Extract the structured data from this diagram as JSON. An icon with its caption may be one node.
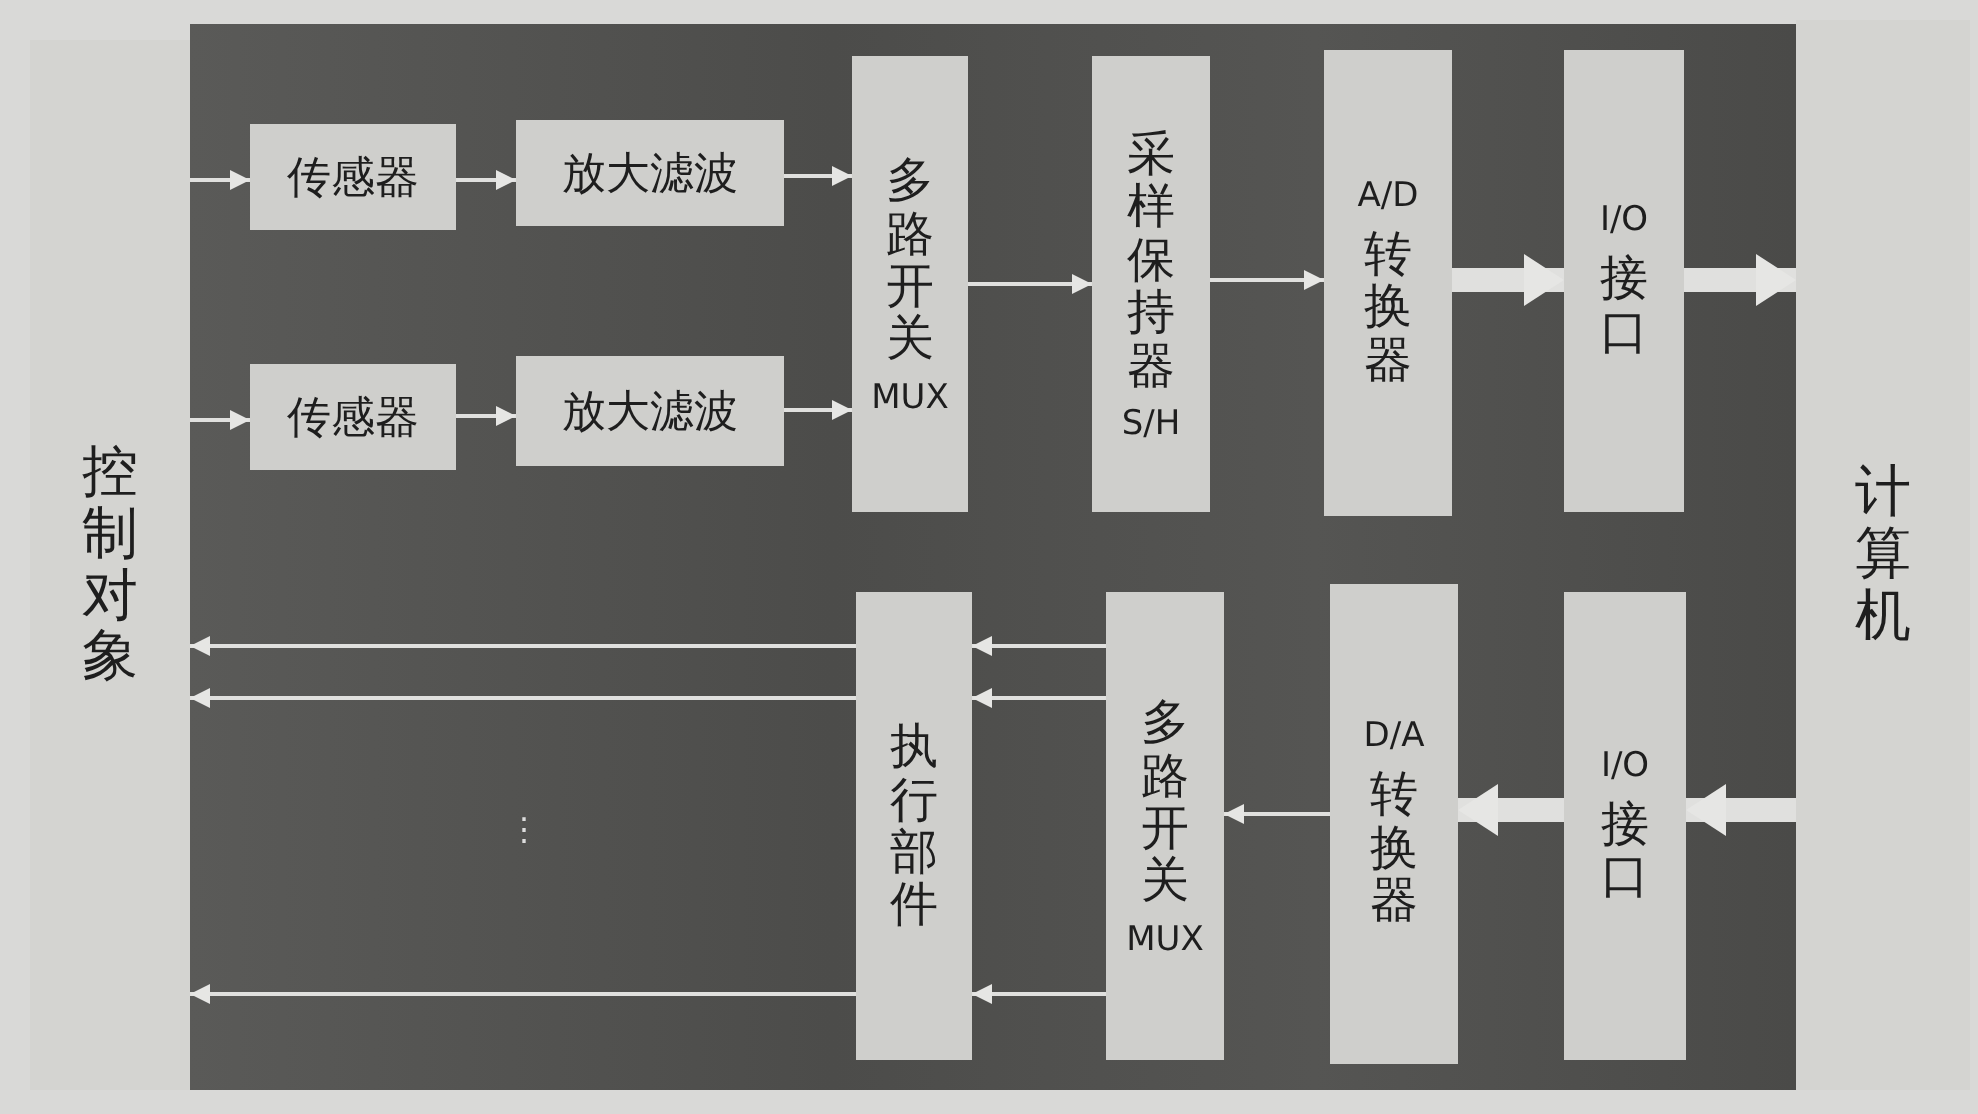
{
  "diagram": {
    "nodes": [
      {
        "text": [
          "控制对象"
        ]
      },
      {
        "text": [
          "传感器"
        ]
      },
      {
        "text": [
          "放大滤波"
        ]
      },
      {
        "text": [
          "传感器"
        ]
      },
      {
        "text": [
          "放大滤波"
        ]
      },
      {
        "text": [
          "多路开关",
          "MUX"
        ]
      },
      {
        "text": [
          "采样保持器",
          "S/H"
        ]
      },
      {
        "text": [
          "A/D",
          "转换器"
        ]
      },
      {
        "text": [
          "I/O",
          "接口"
        ]
      },
      {
        "text": [
          "计算机"
        ]
      },
      {
        "text": [
          "执行部件"
        ]
      },
      {
        "text": [
          "多路开关",
          "MUX"
        ]
      },
      {
        "text": [
          "D/A",
          "转换器"
        ]
      },
      {
        "text": [
          "I/O",
          "接口"
        ]
      }
    ],
    "edges": [
      {
        "from": 0,
        "to": 1,
        "arrow": "to"
      },
      {
        "from": 1,
        "to": 2,
        "arrow": "to"
      },
      {
        "from": 2,
        "to": 5,
        "arrow": "to"
      },
      {
        "from": 0,
        "to": 3,
        "arrow": "to"
      },
      {
        "from": 3,
        "to": 4,
        "arrow": "to"
      },
      {
        "from": 4,
        "to": 5,
        "arrow": "to"
      },
      {
        "from": 5,
        "to": 6,
        "arrow": "to"
      },
      {
        "from": 6,
        "to": 7,
        "arrow": "to"
      },
      {
        "from": 7,
        "to": 8,
        "arrow": "to",
        "style": "thick"
      },
      {
        "from": 8,
        "to": 9,
        "arrow": "to",
        "style": "thick"
      },
      {
        "from": 9,
        "to": 13,
        "arrow": "to",
        "style": "thick"
      },
      {
        "from": 13,
        "to": 12,
        "arrow": "to",
        "style": "thick"
      },
      {
        "from": 12,
        "to": 11,
        "arrow": "to"
      },
      {
        "from": 11,
        "to": 10,
        "arrow": "to"
      },
      {
        "from": 11,
        "to": 10,
        "arrow": "to"
      },
      {
        "from": 11,
        "to": 10,
        "arrow": "to"
      },
      {
        "from": 10,
        "to": 0,
        "arrow": "to"
      },
      {
        "from": 10,
        "to": 0,
        "arrow": "to"
      },
      {
        "from": 10,
        "to": 0,
        "arrow": "to"
      }
    ],
    "labels": [
      "⋮"
    ]
  }
}
